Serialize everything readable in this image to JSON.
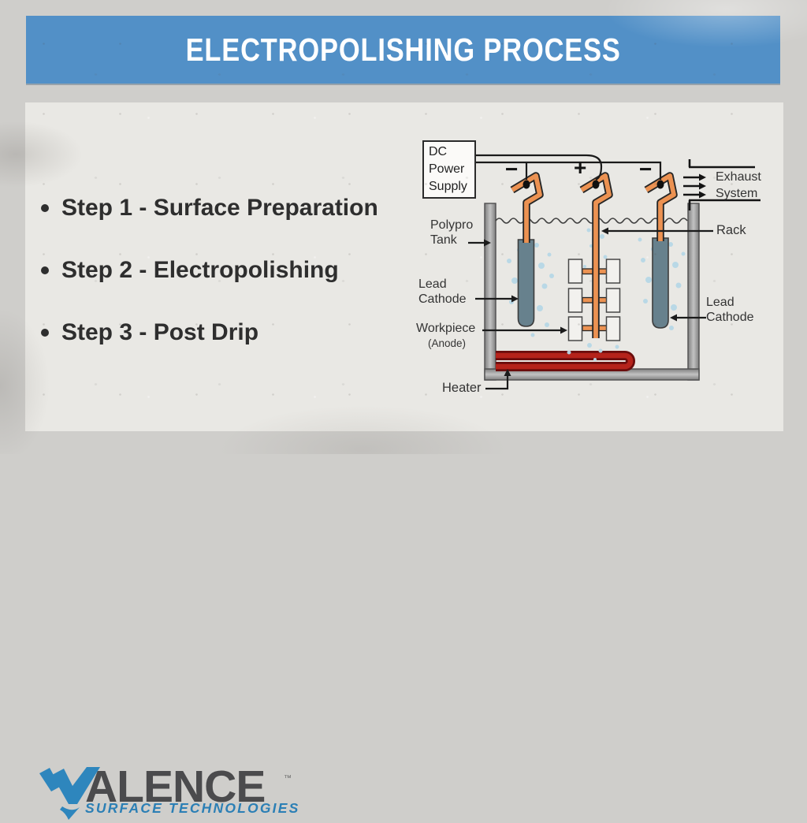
{
  "header": {
    "title": "ELECTROPOLISHING PROCESS"
  },
  "bullets": [
    "Step 1 - Surface Preparation",
    "Step 2 - Electropolishing",
    "Step 3 - Post Drip"
  ],
  "diagram": {
    "power_supply": {
      "line1": "DC",
      "line2": "Power",
      "line3": "Supply"
    },
    "labels": {
      "polypro_line1": "Polypro",
      "polypro_line2": "Tank",
      "lead_left_line1": "Lead",
      "lead_left_line2": "Cathode",
      "workpiece": "Workpiece",
      "anode": "(Anode)",
      "heater": "Heater",
      "rack": "Rack",
      "exhaust_line1": "Exhaust",
      "exhaust_line2": "System",
      "lead_right_line1": "Lead",
      "lead_right_line2": "Cathode"
    },
    "polarity": {
      "plus": "+",
      "minus": "−"
    }
  },
  "logo": {
    "wordmark_suffix": "ALENCE",
    "trademark": "™",
    "tagline": "SURFACE TECHNOLOGIES"
  },
  "colors": {
    "banner_blue": "#5290C7",
    "logo_blue": "#2E86BD",
    "rack_orange": "#EC9252",
    "heater_red": "#B5231B",
    "cathode_slate": "#67818D",
    "bubble_blue": "#B7D8E7"
  }
}
